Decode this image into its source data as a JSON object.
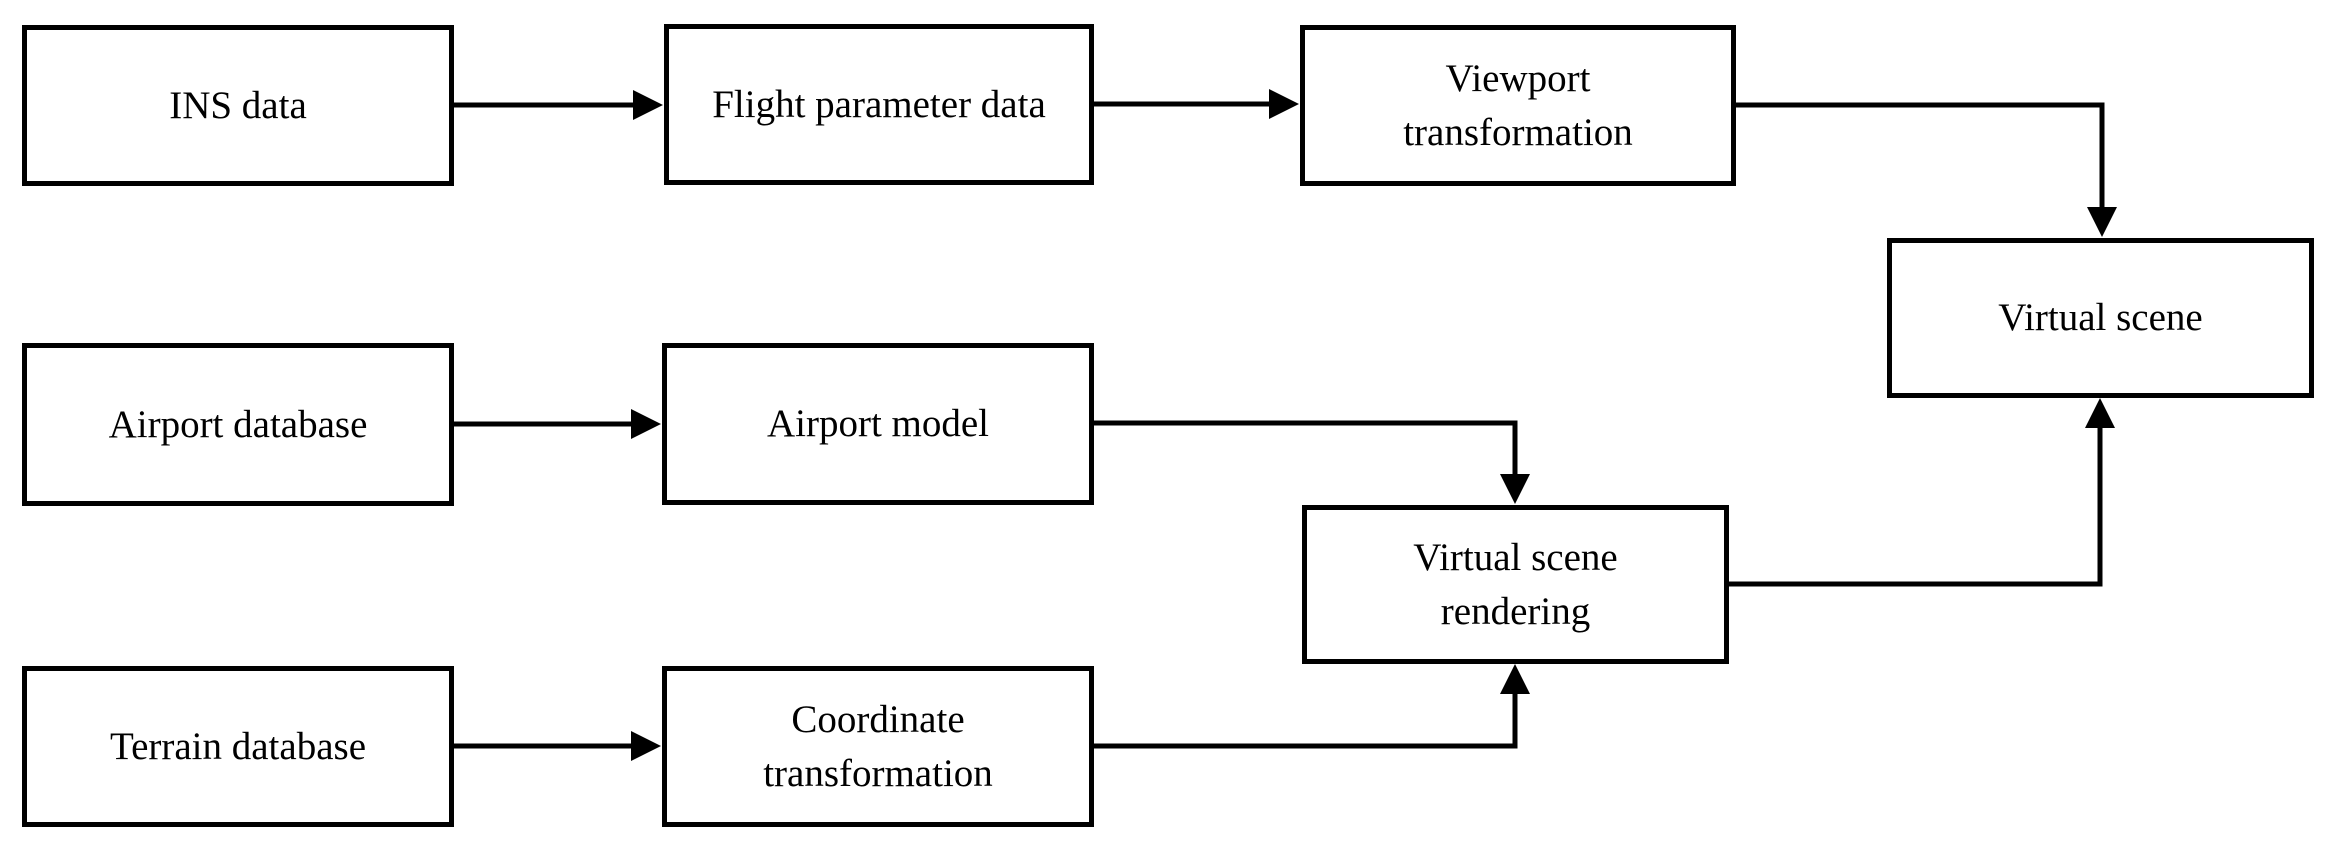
{
  "diagram": {
    "type": "flowchart",
    "background_color": "#ffffff",
    "line_color": "#000000",
    "node_fill_color": "#ffffff",
    "nodes": [
      {
        "id": "ins-data",
        "label": "INS data"
      },
      {
        "id": "flight-parameter-data",
        "label": "Flight parameter data"
      },
      {
        "id": "viewport-transformation",
        "label": "Viewport\ntransformation"
      },
      {
        "id": "virtual-scene",
        "label": "Virtual scene"
      },
      {
        "id": "airport-database",
        "label": "Airport database"
      },
      {
        "id": "airport-model",
        "label": "Airport model"
      },
      {
        "id": "virtual-scene-rendering",
        "label": "Virtual scene\nrendering"
      },
      {
        "id": "terrain-database",
        "label": "Terrain database"
      },
      {
        "id": "coordinate-transformation",
        "label": "Coordinate\ntransformation"
      }
    ],
    "edges": [
      {
        "from": "ins-data",
        "to": "flight-parameter-data",
        "route": "straight"
      },
      {
        "from": "flight-parameter-data",
        "to": "viewport-transformation",
        "route": "straight"
      },
      {
        "from": "viewport-transformation",
        "to": "virtual-scene",
        "route": "elbow-right-down"
      },
      {
        "from": "airport-database",
        "to": "airport-model",
        "route": "straight"
      },
      {
        "from": "airport-model",
        "to": "virtual-scene-rendering",
        "route": "elbow-right-down"
      },
      {
        "from": "terrain-database",
        "to": "coordinate-transformation",
        "route": "straight"
      },
      {
        "from": "coordinate-transformation",
        "to": "virtual-scene-rendering",
        "route": "elbow-right-up"
      },
      {
        "from": "virtual-scene-rendering",
        "to": "virtual-scene",
        "route": "elbow-right-up"
      }
    ]
  }
}
